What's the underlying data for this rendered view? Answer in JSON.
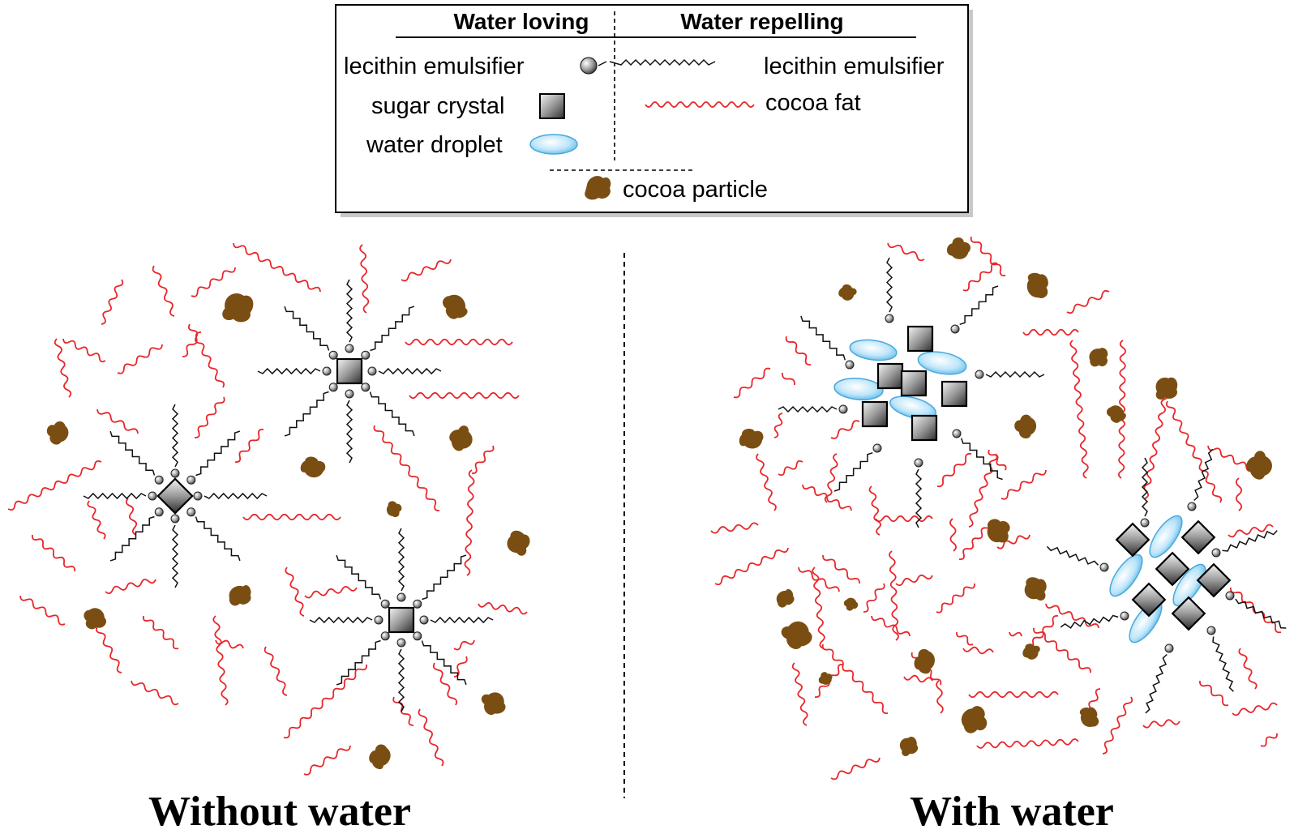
{
  "legend": {
    "col_left_heading": "Water loving",
    "col_right_heading": "Water repelling",
    "emulsifier_left_label": "lecithin emulsifier",
    "emulsifier_right_label": "lecithin emulsifier",
    "sugar_label": "sugar crystal",
    "fat_label": "cocoa fat",
    "water_label": "water droplet",
    "particle_label": "cocoa particle"
  },
  "panels": {
    "left_title": "Without water",
    "right_title": "With water"
  },
  "colors": {
    "fat": "#e8262a",
    "particle": "#7a4e12",
    "emulsifier_tail": "#111111",
    "water_droplet": "#8fd0f2",
    "crystal": "#6e6e6e"
  }
}
